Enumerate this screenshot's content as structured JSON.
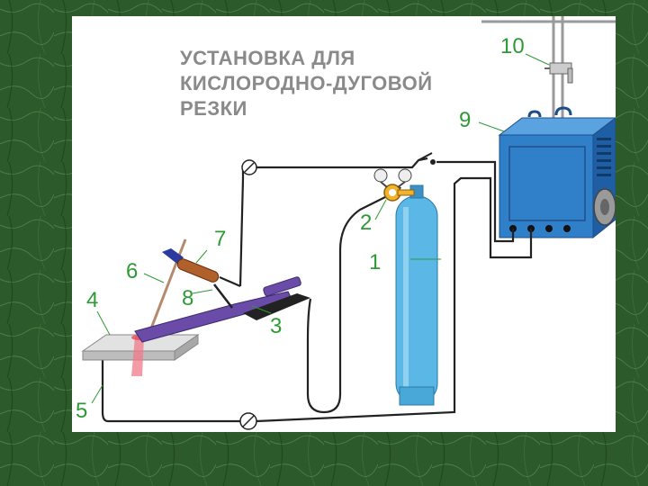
{
  "title_lines": [
    "УСТАНОВКА ДЛЯ",
    "КИСЛОРОДНО-ДУГОВОЙ",
    "РЕЗКИ"
  ],
  "labels": [
    "1",
    "2",
    "3",
    "4",
    "5",
    "6",
    "7",
    "8",
    "9",
    "10"
  ],
  "colors": {
    "background": "#2d5a2a",
    "panel": "#ffffff",
    "title": "#8a8a8a",
    "numbers": "#2e9a36",
    "cylinder": "#5bb8e6",
    "machine": "#2f7fc9",
    "cable": "#222222",
    "torch": "#6a4ca8"
  },
  "icons": [
    "cylinder-icon",
    "regulator-gauge-icon",
    "welding-machine-icon",
    "switch-icon",
    "ammeter-icon"
  ]
}
